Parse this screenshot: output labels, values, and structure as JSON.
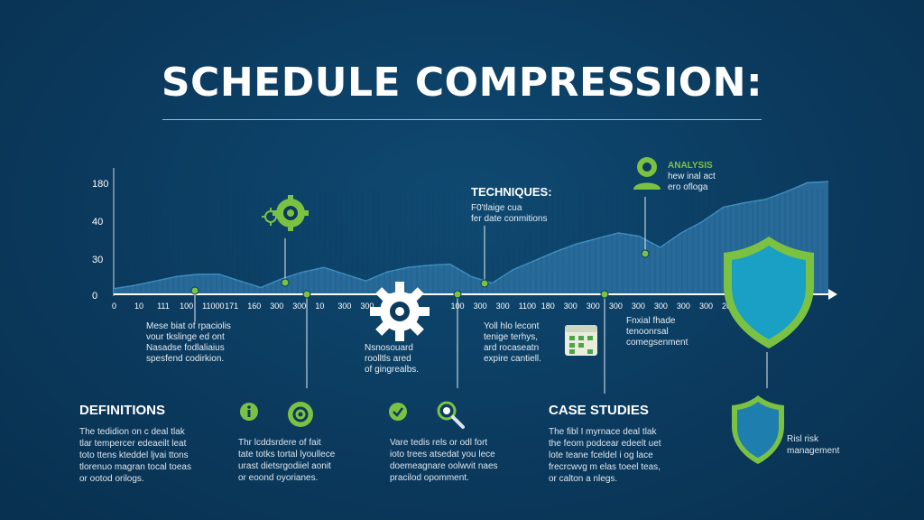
{
  "title": "SCHEDULE COMPRESSION:",
  "colors": {
    "background": "#0b3a5e",
    "accent_green": "#7cc242",
    "area_fill": "#2b6f9e",
    "shield": "#1aa0c4"
  },
  "chart_data": {
    "type": "area",
    "y_ticks": [
      "180",
      "40",
      "30",
      "0"
    ],
    "x_ticks": [
      "0",
      "10",
      "111",
      "100",
      "11000",
      "171",
      "160",
      "300",
      "300",
      "10",
      "300",
      "300",
      "300",
      "180",
      "100",
      "100",
      "300",
      "300",
      "1100",
      "180",
      "300",
      "300",
      "300",
      "300",
      "300",
      "300",
      "300",
      "200"
    ],
    "values": [
      5,
      8,
      12,
      16,
      18,
      18,
      12,
      6,
      14,
      20,
      24,
      18,
      12,
      20,
      24,
      26,
      27,
      16,
      10,
      22,
      30,
      38,
      45,
      50,
      55,
      52,
      42,
      55,
      65,
      78,
      82,
      85,
      92,
      100,
      101
    ],
    "ylim": [
      0,
      110
    ]
  },
  "techniques": {
    "title": "TECHNIQUES:",
    "lines": [
      "F0'tlaige cua",
      "fer date conmitions"
    ]
  },
  "analysis": {
    "title": "ANALYSIS",
    "lines": [
      "hew inal act",
      "ero ofloga"
    ]
  },
  "notes": {
    "left": [
      "Mese biat of rpaciolis",
      "vour tkslinge ed ont",
      "Nasadse fodlaliaius",
      "spesfend codirkion."
    ],
    "center": [
      "Nsnosouard",
      "roolltls ared",
      "of gingrealbs."
    ],
    "mid_right": [
      "Yoll hlo lecont",
      "tenige terhys,",
      "ard rocaseatn",
      "expire cantiell."
    ],
    "right": [
      "Fnxial fhade",
      "tenoonrsal",
      "comegsenment"
    ]
  },
  "definitions": {
    "title": "DEFINITIONS",
    "lines": [
      "The tedidion on c deal tlak",
      "tlar tempercer edeaeilt leat",
      "toto ttens kteddel ljvai ttons",
      "tlorenuo magran tocal toeas",
      "or ootod orilogs."
    ]
  },
  "col2": {
    "lines": [
      "Thr lcddsrdere of fait",
      "tate totks tortal lyoullece",
      "urast dietsrgodiiel aonit",
      "or eoond oyorianes."
    ]
  },
  "col3": {
    "lines": [
      "Vare tedis rels or odl fort",
      "ioto trees atsedat you lece",
      "doemeagnare oolwvit naes",
      "pracilod opomment."
    ]
  },
  "case_studies": {
    "title": "CASE STUDIES",
    "lines": [
      "The fibl I myrnace deal tlak",
      "the feom podcear edeelt uet",
      "lote teane fceldel i og lace",
      "frecrcwvg m elas toeel teas,",
      "or calton a nlegs."
    ]
  },
  "risk": {
    "lines": [
      "Risl risk",
      "management"
    ]
  },
  "icons": [
    "gears-icon",
    "gear-icon",
    "person-icon",
    "calendar-icon",
    "shield-icon",
    "magnifier-icon",
    "check-icon"
  ]
}
